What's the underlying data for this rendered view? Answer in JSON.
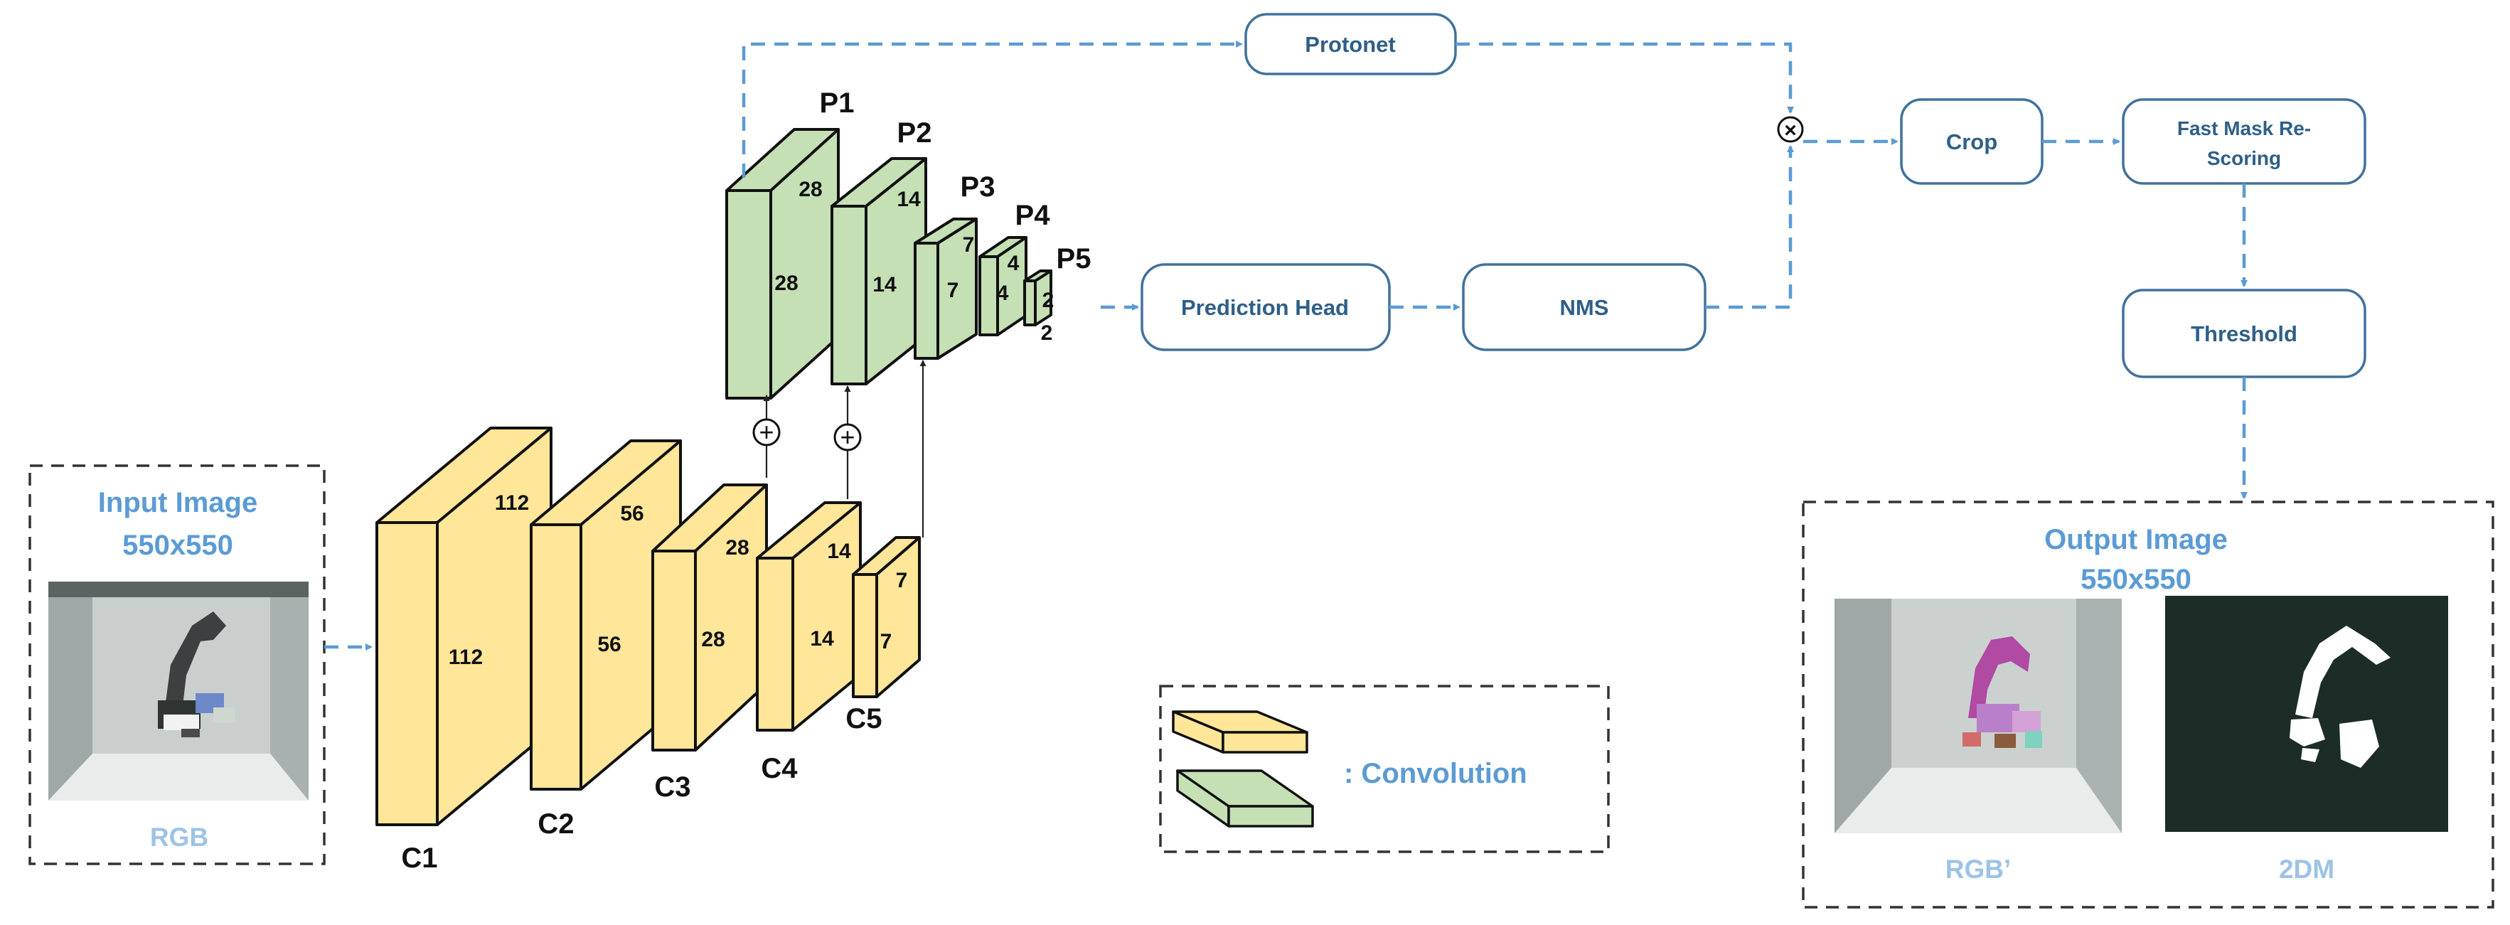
{
  "colors": {
    "encoder_fill": "#ffe699",
    "pyramid_fill": "#c5e0b4",
    "flow_blue": "#5b9bd5",
    "node_border": "#41719c"
  },
  "input": {
    "title": "Input Image",
    "size": "550x550",
    "caption": "RGB"
  },
  "output": {
    "title": "Output Image",
    "size": "550x550",
    "caption_rgb": "RGB’",
    "caption_mask": "2DM"
  },
  "encoder": [
    {
      "name": "C1",
      "height": "112",
      "depth": "112"
    },
    {
      "name": "C2",
      "height": "56",
      "depth": "56"
    },
    {
      "name": "C3",
      "height": "28",
      "depth": "28"
    },
    {
      "name": "C4",
      "height": "14",
      "depth": "14"
    },
    {
      "name": "C5",
      "height": "7",
      "depth": "7"
    }
  ],
  "pyramid": [
    {
      "name": "P1",
      "height": "28",
      "depth": "28"
    },
    {
      "name": "P2",
      "height": "14",
      "depth": "14"
    },
    {
      "name": "P3",
      "height": "7",
      "depth": "7"
    },
    {
      "name": "P4",
      "height": "4",
      "depth": "4"
    },
    {
      "name": "P5",
      "height": "2",
      "depth": "2"
    }
  ],
  "nodes": {
    "protonet": "Protonet",
    "prediction_head": "Prediction Head",
    "nms": "NMS",
    "crop": "Crop",
    "fast_mask_line1": "Fast Mask Re-",
    "fast_mask_line2": "Scoring",
    "threshold": "Threshold"
  },
  "operators": {
    "add": "+",
    "multiply": "×"
  },
  "legend": {
    "label": ": Convolution"
  }
}
